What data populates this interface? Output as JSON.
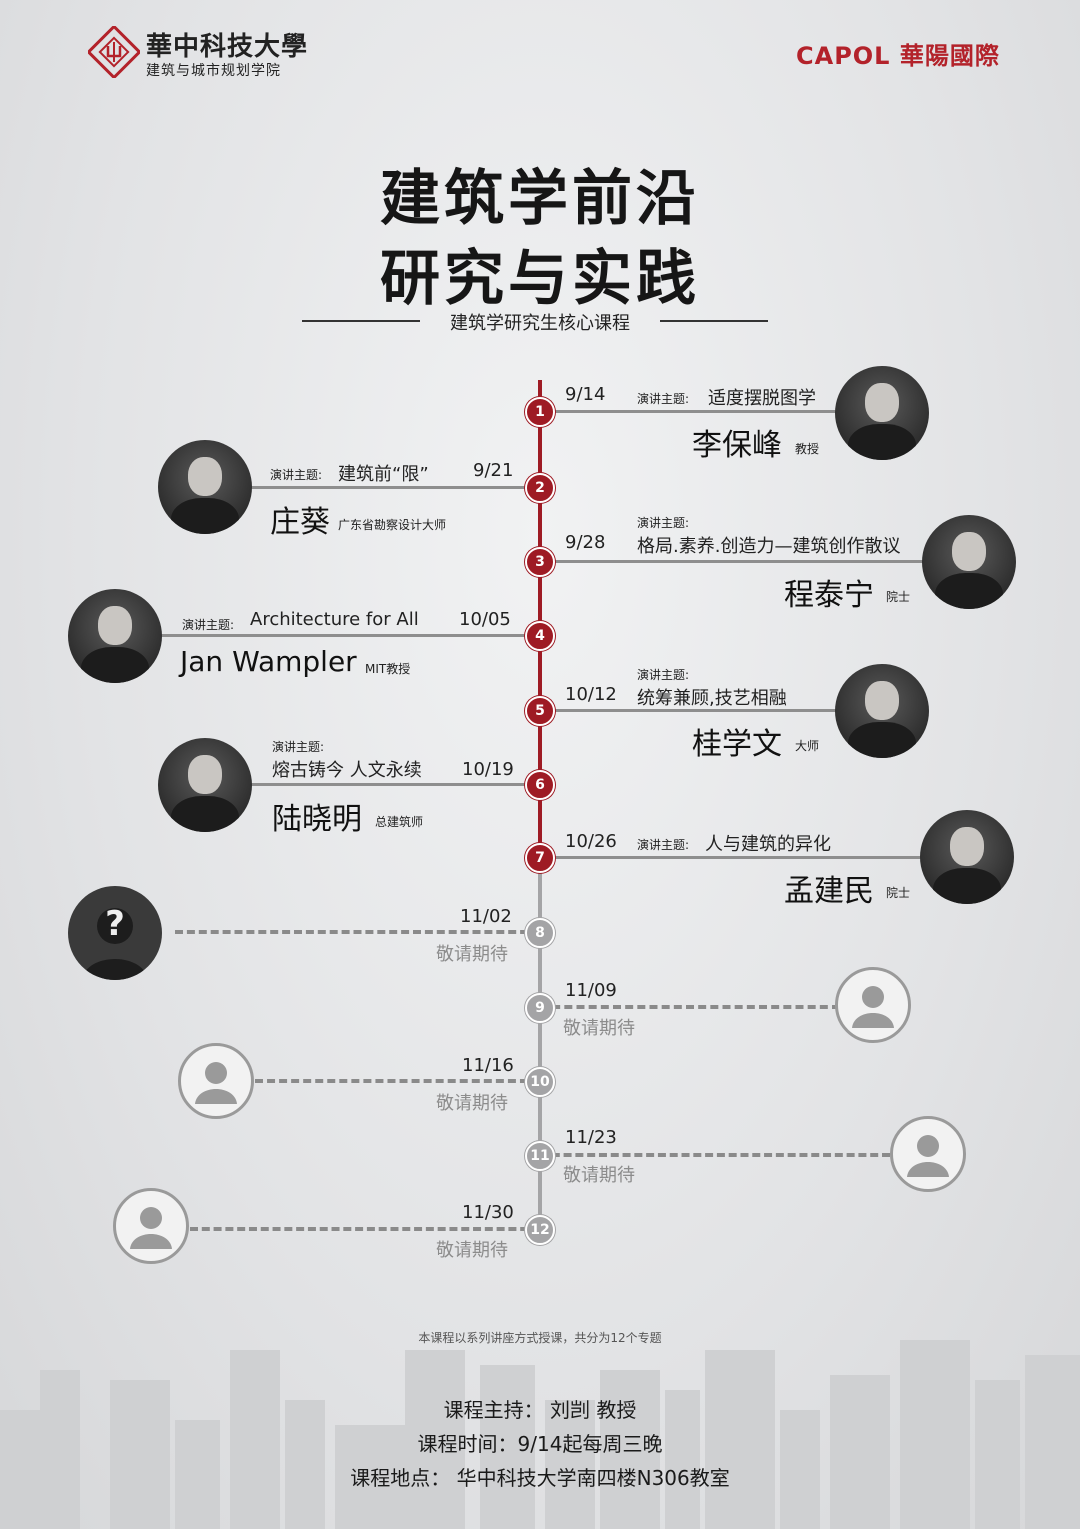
{
  "header": {
    "university_name": "華中科技大學",
    "school_name": "建筑与城市规划学院",
    "partner_logo": "CAPOL 華陽國際"
  },
  "title": {
    "line1": "建筑学前沿",
    "line2": "研究与实践",
    "subtitle": "建筑学研究生核心课程"
  },
  "topic_label": "演讲主题:",
  "lectures": [
    {
      "num": "1",
      "date": "9/14",
      "topic": "适度摆脱图学",
      "name": "李保峰",
      "honor": "教授"
    },
    {
      "num": "2",
      "date": "9/21",
      "topic": "建筑前“限”",
      "name": "庄葵",
      "honor": "广东省勘察设计大师"
    },
    {
      "num": "3",
      "date": "9/28",
      "topic": "格局.素养.创造力—建筑创作散议",
      "name": "程泰宁",
      "honor": "院士"
    },
    {
      "num": "4",
      "date": "10/05",
      "topic": "Architecture for All",
      "name": "Jan Wampler",
      "honor": "MIT教授"
    },
    {
      "num": "5",
      "date": "10/12",
      "topic": "统筹兼顾,技艺相融",
      "name": "桂学文",
      "honor": "大师"
    },
    {
      "num": "6",
      "date": "10/19",
      "topic": "熔古铸今  人文永续",
      "name": "陆晓明",
      "honor": "总建筑师"
    },
    {
      "num": "7",
      "date": "10/26",
      "topic": "人与建筑的异化",
      "name": "孟建民",
      "honor": "院士"
    }
  ],
  "upcoming": [
    {
      "num": "8",
      "date": "11/02",
      "status": "敬请期待",
      "mystery_mark": "?"
    },
    {
      "num": "9",
      "date": "11/09",
      "status": "敬请期待"
    },
    {
      "num": "10",
      "date": "11/16",
      "status": "敬请期待"
    },
    {
      "num": "11",
      "date": "11/23",
      "status": "敬请期待"
    },
    {
      "num": "12",
      "date": "11/30",
      "status": "敬请期待"
    }
  ],
  "footer": {
    "note": "本课程以系列讲座方式授课，共分为12个专题",
    "host": "课程主持：  刘剀  教授",
    "time": "课程时间：9/14起每周三晚",
    "location": "课程地点：  华中科技大学南四楼N306教室"
  },
  "colors": {
    "accent": "#9e1b24",
    "spine_future": "#a4a4a6",
    "text": "#1a1a1a"
  }
}
